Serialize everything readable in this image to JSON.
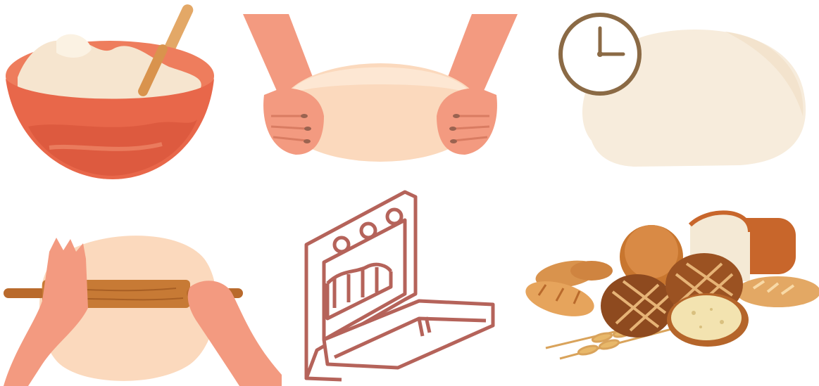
{
  "illustrations": [
    {
      "id": "mixing-bowl",
      "icon": "mixing-bowl-icon"
    },
    {
      "id": "kneading-dough",
      "icon": "hands-kneading-icon"
    },
    {
      "id": "proofing-dough",
      "icon": "clock-icon"
    },
    {
      "id": "rolling-dough",
      "icon": "rolling-pin-icon"
    },
    {
      "id": "baking-oven",
      "icon": "oven-icon"
    },
    {
      "id": "baked-breads",
      "icon": "bread-assortment-icon"
    }
  ],
  "colors": {
    "bowl": "#e8674a",
    "bowl_dark": "#c94a32",
    "dough": "#fbd9bd",
    "dough_light": "#f7ecdc",
    "skin": "#f39a80",
    "wood": "#c77a35",
    "oven_line": "#b5635a",
    "bread_crust": "#c8662b",
    "clock": "#8b6a45"
  }
}
